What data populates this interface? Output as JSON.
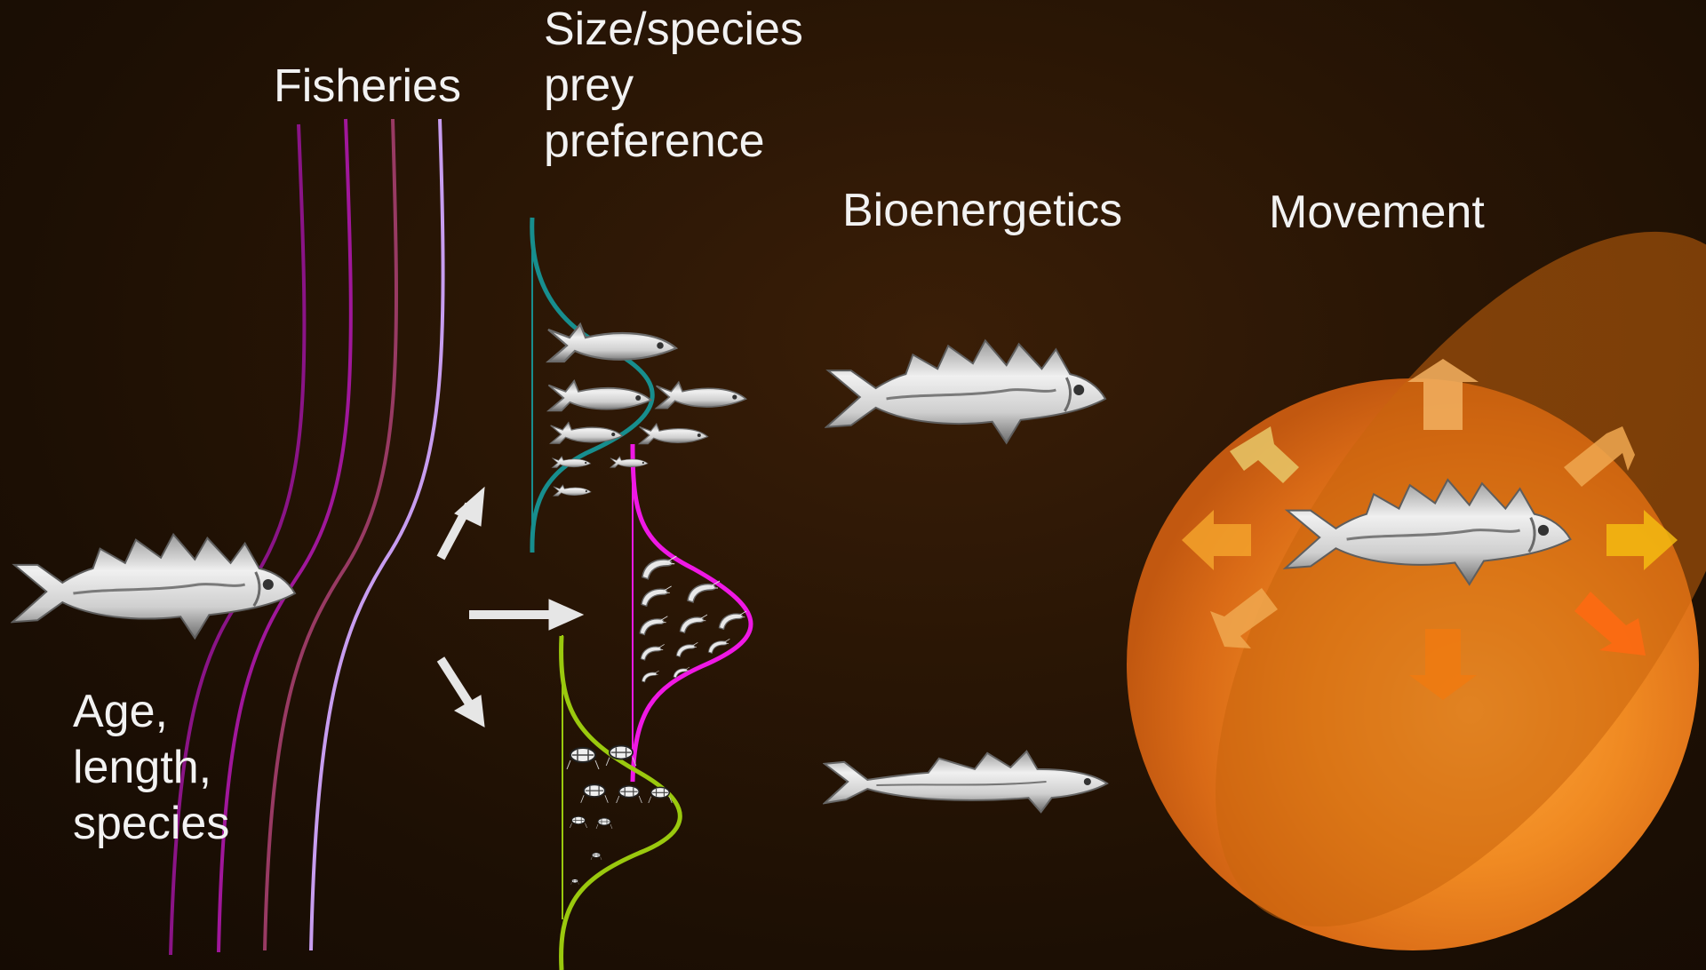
{
  "labels": {
    "fisheries": "Fisheries",
    "prey_preference": "Size/species\nprey\npreference",
    "bioenergetics": "Bioenergetics",
    "movement": "Movement",
    "age_length_species": "Age,\nlength,\nspecies"
  },
  "colors": {
    "background": "#1f1105",
    "text": "#f2f2f2",
    "selectivity_curves": [
      "#8a1487",
      "#a0179b",
      "#983a63",
      "#c79df0"
    ],
    "prey_curves": [
      "#178e8e",
      "#ef18e5",
      "#9ac90e"
    ],
    "arrows": "#e6e6e6",
    "habitat_sphere": "#f08a22",
    "habitat_ellipse": "#c8650c",
    "movement_arrows": [
      "#f2b060",
      "#e8c868",
      "#f0a850",
      "#f3a22c",
      "#f5bb12",
      "#ef8a34",
      "#ff6a12",
      "#f07a10"
    ]
  },
  "icons": [
    "cod-fish-icon",
    "prey-fish-icon",
    "shrimp-icon",
    "zooplankton-icon",
    "pollock-fish-icon"
  ]
}
